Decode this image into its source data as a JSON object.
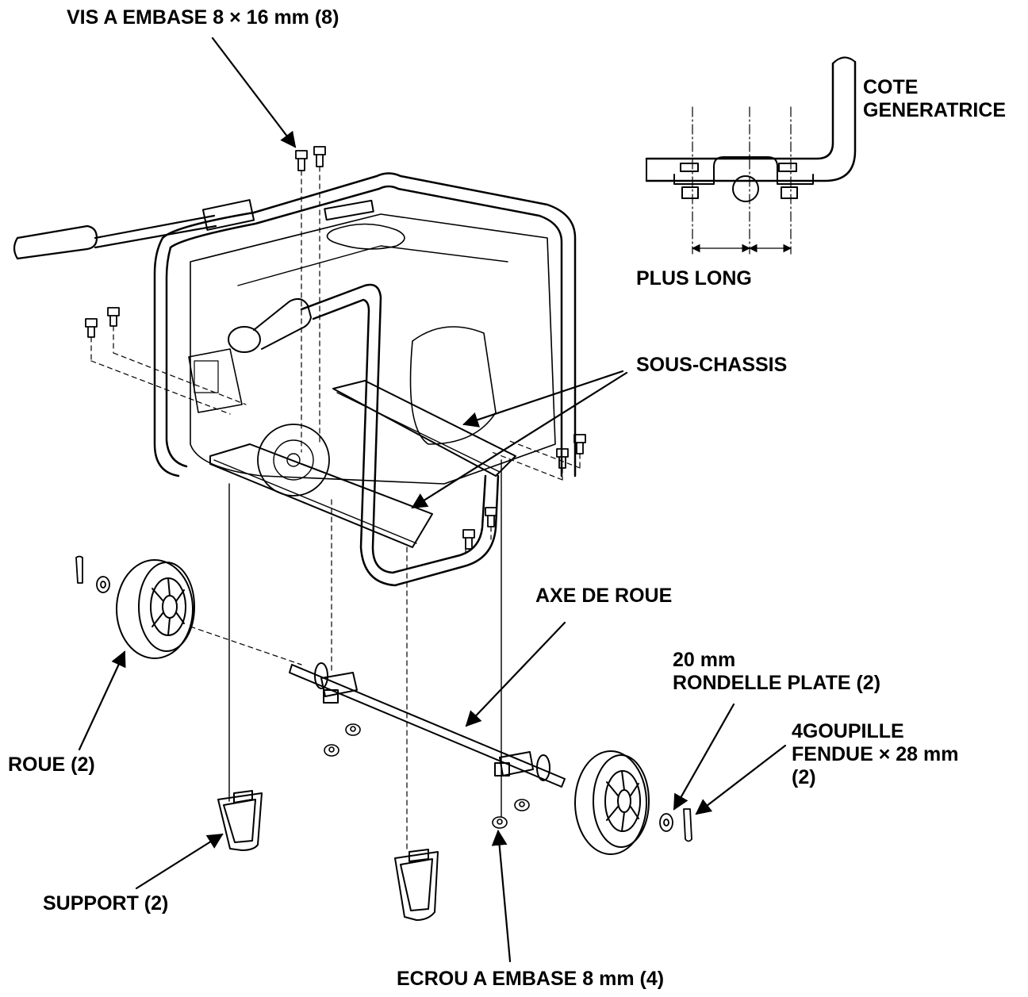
{
  "labels": {
    "vis_embase": "VIS A EMBASE 8 × 16 mm (8)",
    "cote_generatrice": [
      "COTE",
      "GENERATRICE"
    ],
    "plus_long": "PLUS LONG",
    "sous_chassis": "SOUS-CHASSIS",
    "axe_de_roue": "AXE DE ROUE",
    "rondelle_plate": [
      "20 mm",
      "RONDELLE PLATE (2)"
    ],
    "goupille": [
      "4GOUPILLE",
      "FENDUE  × 28 mm",
      "(2)"
    ],
    "roue": "ROUE (2)",
    "support": "SUPPORT (2)",
    "ecrou_embase": "ECROU A EMBASE 8 mm (4)"
  },
  "colors": {
    "ink": "#000000",
    "paper": "#ffffff"
  }
}
